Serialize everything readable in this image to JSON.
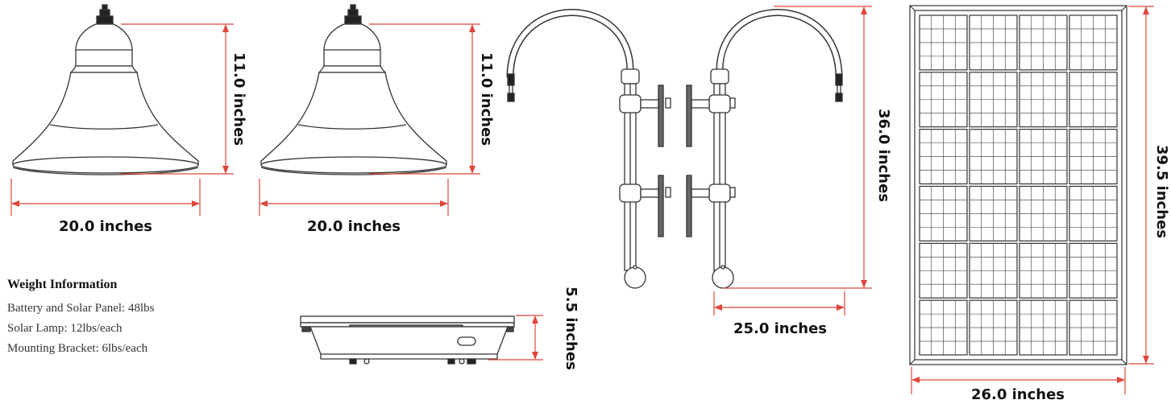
{
  "dimensions": {
    "lamp1_width": "20.0 inches",
    "lamp1_height": "11.0 inches",
    "lamp2_width": "20.0 inches",
    "lamp2_height": "11.0 inches",
    "bracket_height": "36.0 inches",
    "bracket_width": "25.0 inches",
    "battery_height": "5.5 inches",
    "panel_height": "39.5 inches",
    "panel_width": "26.0 inches"
  },
  "weight": {
    "title": "Weight Information",
    "lines": [
      "Battery and Solar Panel: 48lbs",
      "Solar Lamp: 12lbs/each",
      "Mounting Bracket: 6lbs/each"
    ]
  },
  "colors": {
    "dimension_line": "#e0453a",
    "outline": "#333333"
  }
}
